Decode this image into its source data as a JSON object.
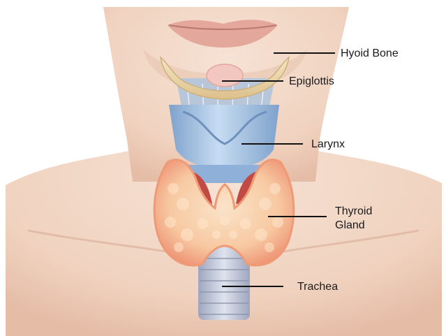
{
  "labels": {
    "hyoid_bone": "Hyoid Bone",
    "epiglottis": "Epiglottis",
    "larynx": "Larynx",
    "thyroid_line1": "Thyroid",
    "thyroid_line2": "Gland",
    "trachea": "Trachea"
  },
  "colors": {
    "skin": "#f2d7c6",
    "skin_shadow": "#e2bba5",
    "thyroid": "#f6c49e",
    "thyroid_edge": "#ef9a76",
    "cartilage_blue": "#9fc0e2",
    "hyoid": "#eed7a8",
    "muscle_red": "#c94b45",
    "trachea": "#c2c8dc",
    "label_text": "#1a1a1a",
    "leader_line": "#111111"
  }
}
